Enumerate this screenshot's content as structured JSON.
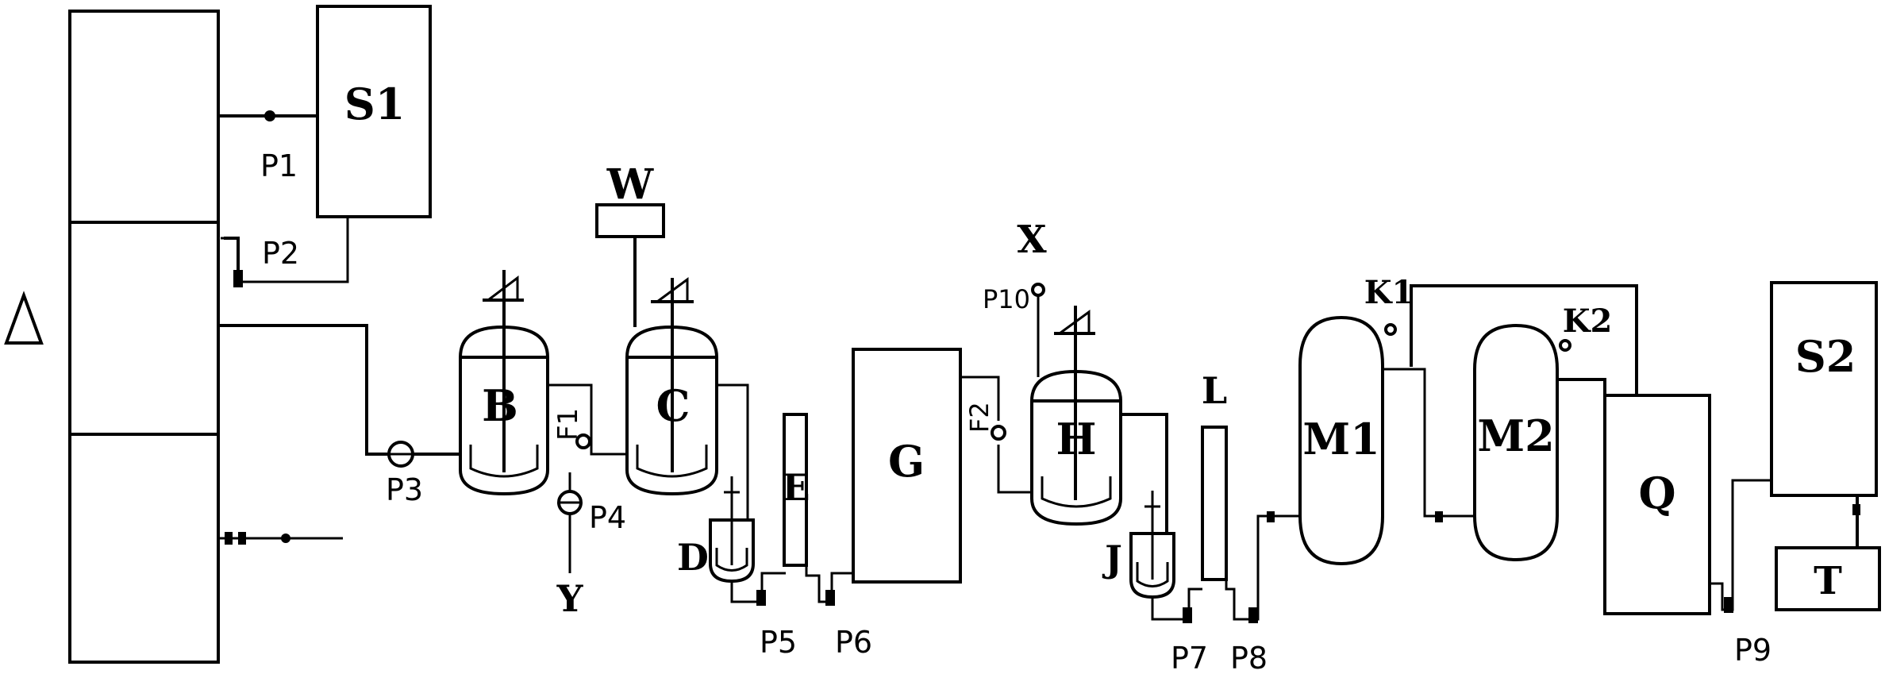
{
  "labels": {
    "S1": "S1",
    "S2": "S2",
    "T": "T",
    "W": "W",
    "X": "X",
    "Y": "Y",
    "B": "B",
    "C": "C",
    "D": "D",
    "E": "E",
    "F1": "F1",
    "F2": "F2",
    "G": "G",
    "H": "H",
    "J": "J",
    "L": "L",
    "M1": "M1",
    "M2": "M2",
    "K1": "K1",
    "K2": "K2",
    "Q": "Q",
    "P1": "P1",
    "P2": "P2",
    "P3": "P3",
    "P4": "P4",
    "P5": "P5",
    "P6": "P6",
    "P7": "P7",
    "P8": "P8",
    "P9": "P9",
    "P10": "P10"
  },
  "colors": {
    "line": "#000000",
    "background": "#ffffff"
  }
}
